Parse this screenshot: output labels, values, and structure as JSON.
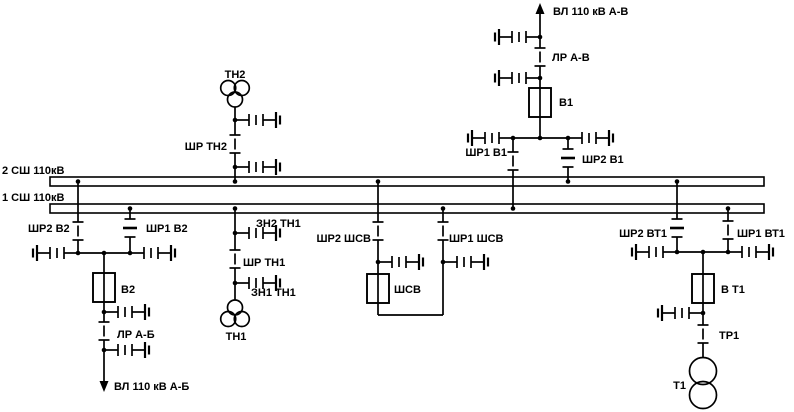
{
  "diagram": {
    "colors": {
      "line": "#000000",
      "background": "#ffffff"
    },
    "labels": {
      "bus2": "2 СШ 110кВ",
      "bus1": "1 СШ 110кВ",
      "line_av": "ВЛ 110 кВ А-В",
      "lr_av": "ЛР А-В",
      "b1": "В1",
      "shr1_b1": "ШР1 В1",
      "shr2_b1": "ШР2 В1",
      "tn2": "ТН2",
      "shr_tn2": "ШР ТН2",
      "shr2_b2": "ШР2 В2",
      "shr1_b2": "ШР1 В2",
      "b2": "В2",
      "lr_ab": "ЛР А-Б",
      "line_ab": "ВЛ 110 кВ А-Б",
      "zn2_tn1": "ЗН2 ТН1",
      "shr_tn1": "ШР ТН1",
      "zn1_tn1": "ЗН1 ТН1",
      "tn1": "ТН1",
      "shr2_shsv": "ШР2 ШСВ",
      "shr1_shsv": "ШР1 ШСВ",
      "shsv": "ШСВ",
      "shr2_vt1": "ШР2 ВТ1",
      "shr1_vt1": "ШР1 ВТ1",
      "v_t1": "В Т1",
      "tr1": "ТР1",
      "t1": "Т1"
    }
  }
}
